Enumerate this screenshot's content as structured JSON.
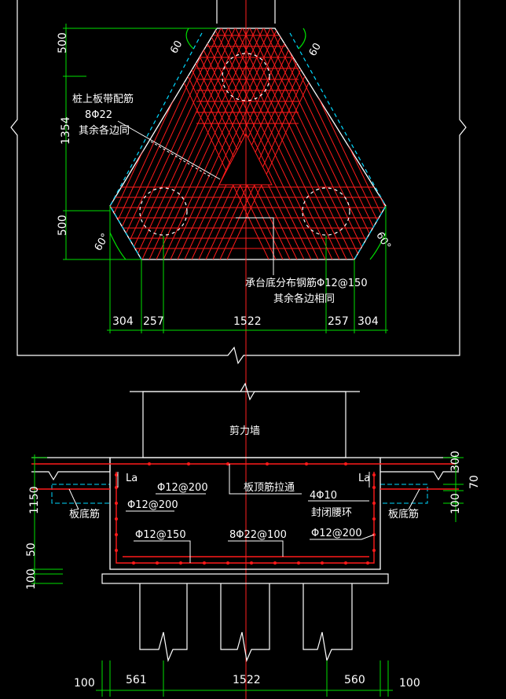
{
  "top_view": {
    "dims_vertical": [
      "500",
      "1354",
      "500"
    ],
    "dims_horizontal": [
      "304",
      "257",
      "1522",
      "257",
      "304"
    ],
    "angles": [
      "60",
      "60",
      "60°",
      "60°"
    ],
    "note_pile_strip": [
      "桩上板带配筋",
      "8Φ22",
      "其余各边同"
    ],
    "note_base_rebar": [
      "承台底分布钢筋Φ12@150",
      "其余各边相同"
    ]
  },
  "section_view": {
    "wall_label": "剪力墙",
    "la_left": "La",
    "la_right": "La",
    "rebar_top": "Φ12@200",
    "rebar_mid": "Φ12@200",
    "rebar_low": "Φ12@150",
    "rebar_bottom_main": "8Φ22@100",
    "slab_top_note": "板顶筋拉通",
    "ring_count": "4Φ10",
    "ring_label": "封闭腰环",
    "ring_spacing": "Φ12@200",
    "slab_bottom_left": "板底筋",
    "slab_bottom_right": "板底筋",
    "dims_left": [
      "1150",
      "50",
      "100"
    ],
    "dims_right": [
      "300",
      "70",
      "100"
    ],
    "dims_bottom": [
      "100",
      "561",
      "1522",
      "560",
      "100"
    ]
  },
  "colors": {
    "background": "#000000",
    "rebar": "#ff1a1a",
    "dimension": "#00e000",
    "outline": "#ffffff",
    "hidden_line": "#00d8ff",
    "center_line": "#ff2020"
  }
}
